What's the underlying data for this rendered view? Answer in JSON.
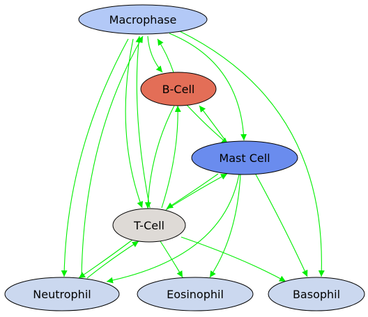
{
  "graph": {
    "edge_color": "#00ee00",
    "nodes": [
      {
        "id": "macrophase",
        "label": "Macrophase",
        "color": "#b3c9f7"
      },
      {
        "id": "bcell",
        "label": "B-Cell",
        "color": "#e36e57"
      },
      {
        "id": "mastcell",
        "label": "Mast Cell",
        "color": "#6a8cee"
      },
      {
        "id": "tcell",
        "label": "T-Cell",
        "color": "#dedad6"
      },
      {
        "id": "neutrophil",
        "label": "Neutrophil",
        "color": "#cbd8ef"
      },
      {
        "id": "eosinophil",
        "label": "Eosinophil",
        "color": "#cbd8ef"
      },
      {
        "id": "basophil",
        "label": "Basophil",
        "color": "#cbd8ef"
      }
    ],
    "edges": [
      {
        "from": "macrophase",
        "to": "bcell"
      },
      {
        "from": "bcell",
        "to": "macrophase"
      },
      {
        "from": "macrophase",
        "to": "mastcell"
      },
      {
        "from": "macrophase",
        "to": "basophil"
      },
      {
        "from": "macrophase",
        "to": "tcell"
      },
      {
        "from": "tcell",
        "to": "macrophase"
      },
      {
        "from": "macrophase",
        "to": "neutrophil"
      },
      {
        "from": "neutrophil",
        "to": "macrophase"
      },
      {
        "from": "bcell",
        "to": "mastcell"
      },
      {
        "from": "mastcell",
        "to": "bcell"
      },
      {
        "from": "bcell",
        "to": "tcell"
      },
      {
        "from": "tcell",
        "to": "bcell"
      },
      {
        "from": "mastcell",
        "to": "tcell"
      },
      {
        "from": "tcell",
        "to": "mastcell"
      },
      {
        "from": "mastcell",
        "to": "neutrophil"
      },
      {
        "from": "mastcell",
        "to": "eosinophil"
      },
      {
        "from": "mastcell",
        "to": "basophil"
      },
      {
        "from": "tcell",
        "to": "neutrophil"
      },
      {
        "from": "neutrophil",
        "to": "tcell"
      },
      {
        "from": "tcell",
        "to": "eosinophil"
      },
      {
        "from": "tcell",
        "to": "basophil"
      }
    ]
  }
}
